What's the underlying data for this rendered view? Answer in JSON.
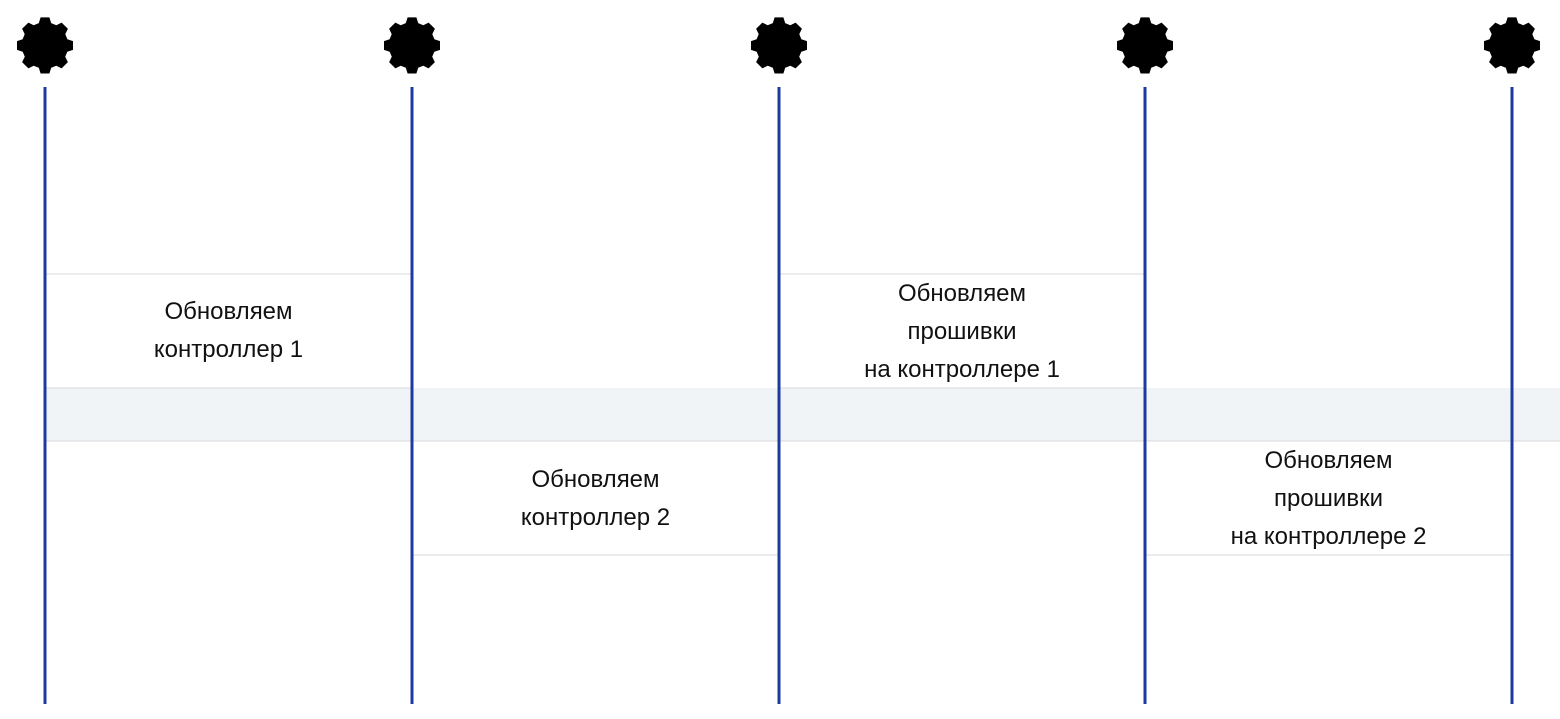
{
  "colors": {
    "timeline": "#1e3a9e",
    "band": "#f1f4f6",
    "divider": "#d6d9de",
    "text": "#111111"
  },
  "icons": [
    "gear-check-icon",
    "gear-check-icon",
    "gear-check-icon",
    "gear-check-icon",
    "gear-check-icon"
  ],
  "steps": [
    {
      "lines": [
        "Обновляем",
        "контроллер 1"
      ]
    },
    {
      "lines": [
        "Обновляем",
        "контроллер 2"
      ]
    },
    {
      "lines": [
        "Обновляем",
        "прошивки",
        "на контроллере 1"
      ]
    },
    {
      "lines": [
        "Обновляем",
        "прошивки",
        "на контроллере 2"
      ]
    }
  ]
}
